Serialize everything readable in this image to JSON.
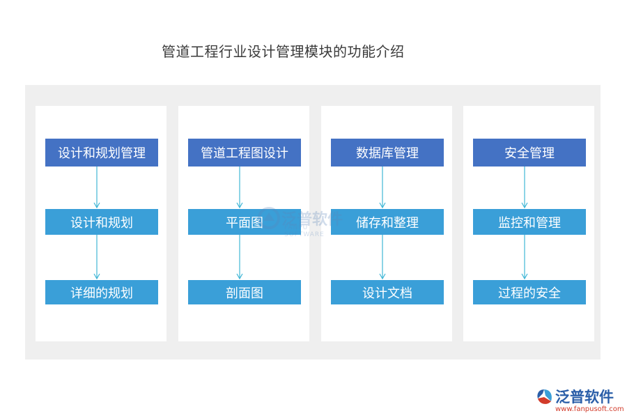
{
  "title": "管道工程行业设计管理模块的功能介绍",
  "columns": [
    {
      "header": "设计和规划管理",
      "middle": "设计和规划",
      "bottom": "详细的规划"
    },
    {
      "header": "管道工程图设计",
      "middle": "平面图",
      "bottom": "剖面图"
    },
    {
      "header": "数据库管理",
      "middle": "储存和整理",
      "bottom": "设计文档"
    },
    {
      "header": "安全管理",
      "middle": "监控和管理",
      "bottom": "过程的安全"
    }
  ],
  "watermark": {
    "text": "泛普软件",
    "subtext": "FANPU SOFTWARE"
  },
  "logo": {
    "text": "泛普软件",
    "url": "www.fanpusoft.com"
  },
  "colors": {
    "header_box": "#4472c4",
    "item_box": "#3a9fd8",
    "arrow": "#3fb6d6",
    "panel": "#efefef",
    "logo_blue": "#2a5ea8",
    "logo_red": "#d23b2a"
  }
}
